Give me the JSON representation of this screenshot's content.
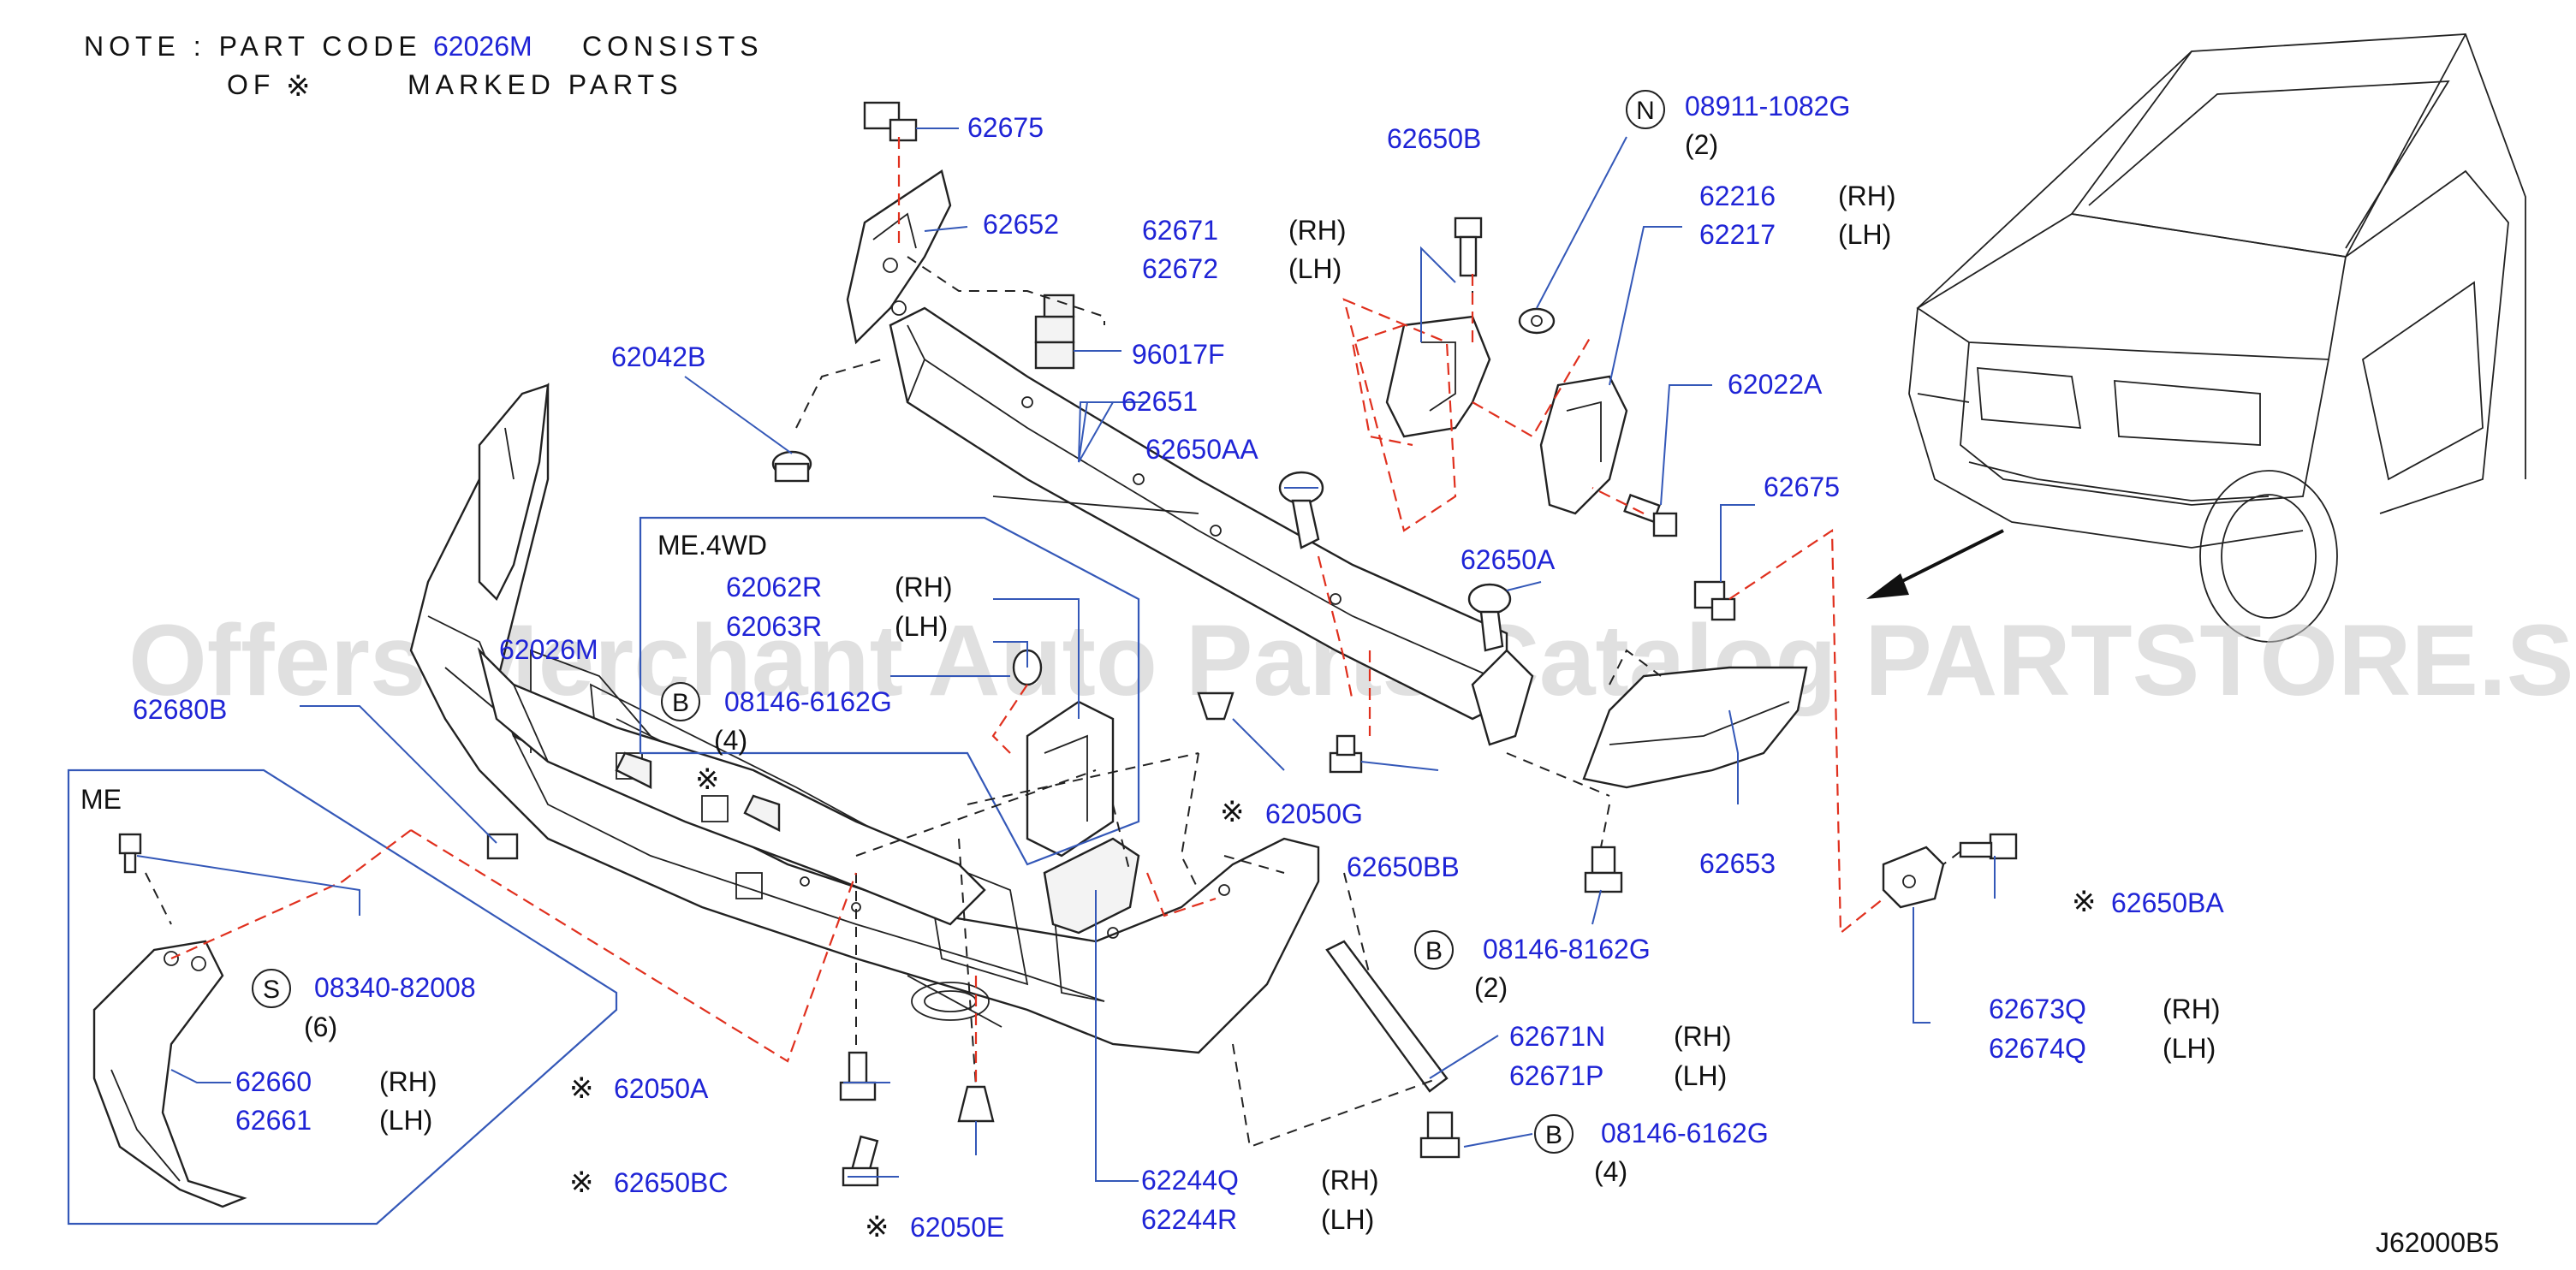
{
  "note": {
    "line1_prefix": "NOTE  :  PART  CODE",
    "line1_code": "62026M",
    "line1_suffix": "CONSISTS",
    "line2_prefix": "OF",
    "line2_suffix": "MARKED  PARTS"
  },
  "symbols": {
    "star": "※"
  },
  "watermark": "Offers Merchant Auto Parts Catalog PARTSTORE.SA",
  "diagram_id": "J62000B5",
  "groups": {
    "me4wd": "ME.4WD",
    "me": "ME"
  },
  "callouts": {
    "c62675_top": "62675",
    "c62652": "62652",
    "c96017F": "96017F",
    "c62042B": "62042B",
    "c62651": "62651",
    "c62671": "62671",
    "c62672": "62672",
    "c62650B": "62650B",
    "c08911": "08911-1082G",
    "c62216": "62216",
    "c62217": "62217",
    "c62022A": "62022A",
    "c62675_right": "62675",
    "c62650AA": "62650AA",
    "c62650A": "62650A",
    "c62062R": "62062R",
    "c62063R": "62063R",
    "c08146_6162G_a": "08146-6162G",
    "c62026M": "62026M",
    "c62680B": "62680B",
    "c62050G": "62050G",
    "c62650BB": "62650BB",
    "c62653": "62653",
    "c62650BA": "62650BA",
    "c08146_8162G": "08146-8162G",
    "c62673Q": "62673Q",
    "c62674Q": "62674Q",
    "c62671N": "62671N",
    "c62671P": "62671P",
    "c08146_6162G_b": "08146-6162G",
    "c08340": "08340-82008",
    "c62660": "62660",
    "c62661": "62661",
    "c62050A": "62050A",
    "c62650BC": "62650BC",
    "c62050E": "62050E",
    "c62244Q": "62244Q",
    "c62244R": "62244R"
  },
  "side": {
    "rh": "(RH)",
    "lh": "(LH)"
  },
  "qty": {
    "q2a": "(2)",
    "q4a": "(4)",
    "q2b": "(2)",
    "q4b": "(4)",
    "q6": "(6)"
  },
  "circle_letters": {
    "n": "N",
    "b1": "B",
    "b2": "B",
    "b3": "B",
    "s": "S"
  }
}
